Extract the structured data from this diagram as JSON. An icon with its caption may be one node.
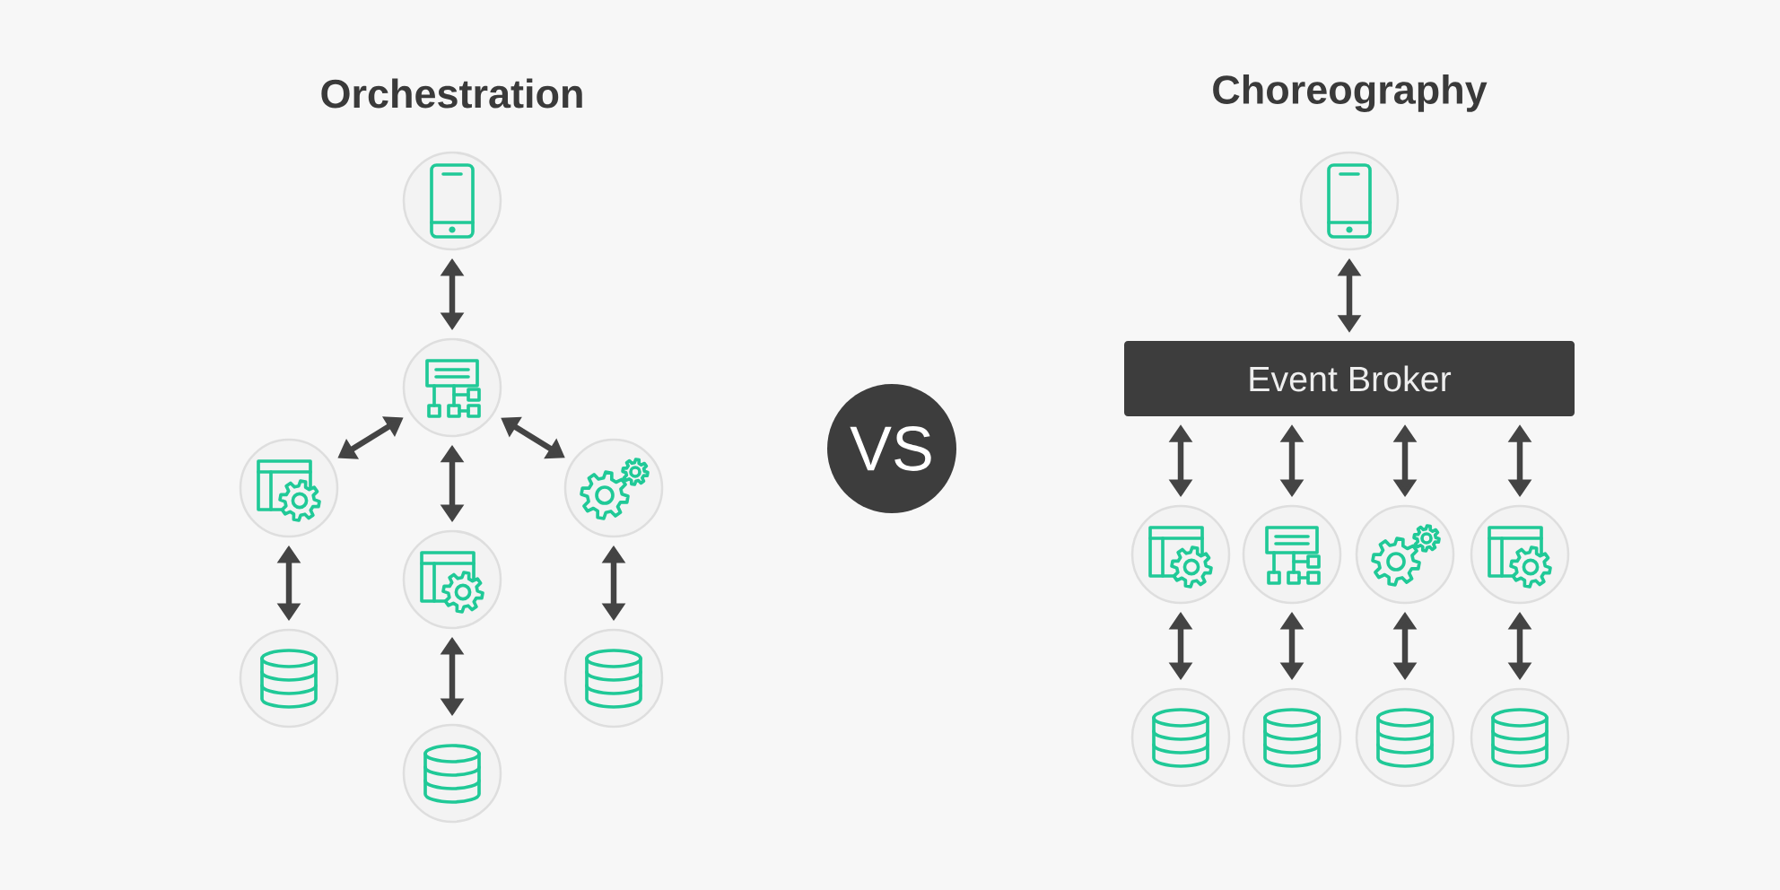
{
  "diagram": {
    "nodes": [
      {
        "text": [],
        "shape": "circle"
      },
      {
        "text": [],
        "shape": "circle"
      },
      {
        "text": [],
        "shape": "circle"
      },
      {
        "text": [],
        "shape": "circle"
      },
      {
        "text": [],
        "shape": "circle"
      },
      {
        "text": [],
        "shape": "circle"
      },
      {
        "text": [],
        "shape": "circle"
      },
      {
        "text": [],
        "shape": "circle"
      },
      {
        "text": [
          "VS"
        ]
      },
      {
        "text": [],
        "shape": "circle"
      },
      {
        "text": [
          "Event Broker"
        ]
      },
      {
        "text": [],
        "shape": "circle"
      },
      {
        "text": [],
        "shape": "circle"
      },
      {
        "text": [],
        "shape": "circle"
      },
      {
        "text": [],
        "shape": "circle"
      },
      {
        "text": [],
        "shape": "circle"
      },
      {
        "text": [],
        "shape": "circle"
      },
      {
        "text": [],
        "shape": "circle"
      },
      {
        "text": [],
        "shape": "circle"
      }
    ],
    "edges": [
      {
        "from": 0,
        "to": 1,
        "arrow": "both"
      },
      {
        "from": 1,
        "to": 2,
        "arrow": "both"
      },
      {
        "from": 1,
        "to": 3,
        "arrow": "both"
      },
      {
        "from": 1,
        "to": 4,
        "arrow": "both"
      },
      {
        "from": 2,
        "to": 5,
        "arrow": "both"
      },
      {
        "from": 3,
        "to": 6,
        "arrow": "both"
      },
      {
        "from": 4,
        "to": 7,
        "arrow": "both"
      },
      {
        "from": 9,
        "to": 10,
        "arrow": "both"
      },
      {
        "from": 10,
        "to": 11,
        "arrow": "both"
      },
      {
        "from": 10,
        "to": 12,
        "arrow": "both"
      },
      {
        "from": 10,
        "to": 13,
        "arrow": "both"
      },
      {
        "from": 10,
        "to": 14,
        "arrow": "both"
      },
      {
        "from": 11,
        "to": 15,
        "arrow": "both"
      },
      {
        "from": 12,
        "to": 16,
        "arrow": "both"
      },
      {
        "from": 13,
        "to": 17,
        "arrow": "both"
      },
      {
        "from": 14,
        "to": 18,
        "arrow": "both"
      }
    ],
    "labels": [
      "Orchestration",
      "Choreography"
    ]
  }
}
